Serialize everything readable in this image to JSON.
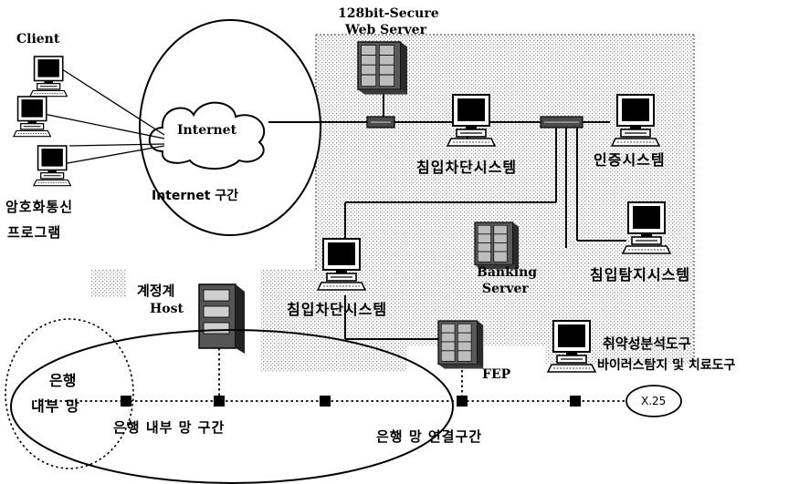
{
  "labels": {
    "client": "Client",
    "internet": "Internet",
    "internet_zone": "Internet 구간",
    "crypto_program_1": "암호화통신",
    "crypto_program_2": "프로그램",
    "web_server_1": "128bit-Secure",
    "web_server_2": "Web Server",
    "firewall_top": "침입차단시스템",
    "auth_system": "인증시스템",
    "ids": "침입탐지시스템",
    "banking_server_1": "Banking",
    "banking_server_2": "Server",
    "account_host_1": "계정계",
    "account_host_2": "Host",
    "firewall_bottom": "침입차단시스템",
    "fep": "FEP",
    "vuln_tool": "취약성분석도구",
    "virus_tool": "바이러스탐지 및 치료도구",
    "internal_net_1": "은행",
    "internal_net_2": "내부 망",
    "internal_zone": "은행 내부 망 구간",
    "bank_link_zone": "은행 망 연결구간",
    "x25": "X.25"
  },
  "colors": {
    "line": "#000000",
    "dmz_dots": "#9a9a9a",
    "background": "#ffffff"
  }
}
